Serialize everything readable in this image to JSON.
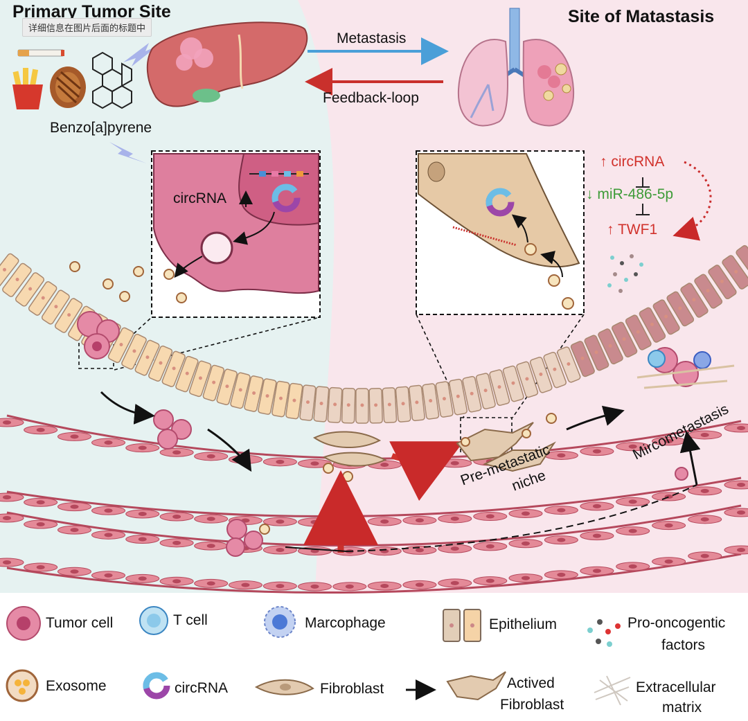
{
  "header": {
    "primary_title": "Primary Tumor Site",
    "metastasis_title": "Site of Matastasis",
    "caption_tooltip": "详细信息在图片后面的标题中"
  },
  "arrows": {
    "metastasis": "Metastasis",
    "feedback": "Feedback-loop"
  },
  "labels": {
    "carcinogen": "Benzo[a]pyrene",
    "circrna_inset": "circRNA",
    "pre_niche_line1": "Pre-metastatic",
    "pre_niche_line2": "niche",
    "micrometastasis": "Mircometastasis"
  },
  "pathway": {
    "circrna": "circRNA",
    "mirna": "miR-486-5p",
    "twf1": "TWF1"
  },
  "legend": {
    "tumor_cell": "Tumor cell",
    "t_cell": "T cell",
    "macrophage": "Marcophage",
    "epithelium": "Epithelium",
    "pro_oncogenic_line1": "Pro-oncogentic",
    "pro_oncogenic_line2": "factors",
    "exosome": "Exosome",
    "circrna": "circRNA",
    "fibroblast": "Fibroblast",
    "actived_line1": "Actived",
    "actived_line2": "Fibroblast",
    "ecm_line1": "Extracellular",
    "ecm_line2": "matrix"
  },
  "colors": {
    "primary_bg": "#e6f2f1",
    "metastasis_bg": "#f9e6ec",
    "metastasis_arrow": "#4a9fd8",
    "feedback_arrow": "#c9302c",
    "upregulated": "#d1322c",
    "downregulated": "#3e9b38"
  }
}
